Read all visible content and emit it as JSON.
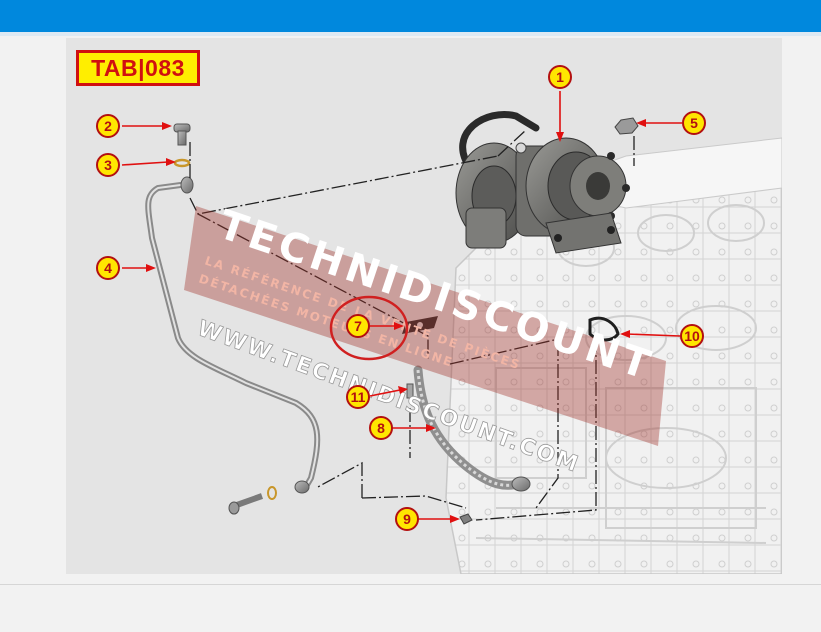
{
  "header": {
    "bar_color": "#0088dd"
  },
  "diagram": {
    "tab_label": "TAB|083",
    "callouts": [
      "1",
      "2",
      "3",
      "4",
      "5",
      "7",
      "8",
      "9",
      "10",
      "11"
    ],
    "watermark": {
      "brand": "TECHNIDISCOUNT",
      "tagline_1": "LA RÉFÉRENCE DE LA VENTE DE PIÈCES",
      "tagline_2": "DÉTACHÉES MOTEURS EN LIGNE",
      "url": "WWW.TECHNIDISCOUNT.COM"
    },
    "colors": {
      "callout_fill": "#ffe600",
      "callout_border": "#b31010",
      "leader_line": "#e01010",
      "highlight_circle": "#d02020"
    }
  }
}
